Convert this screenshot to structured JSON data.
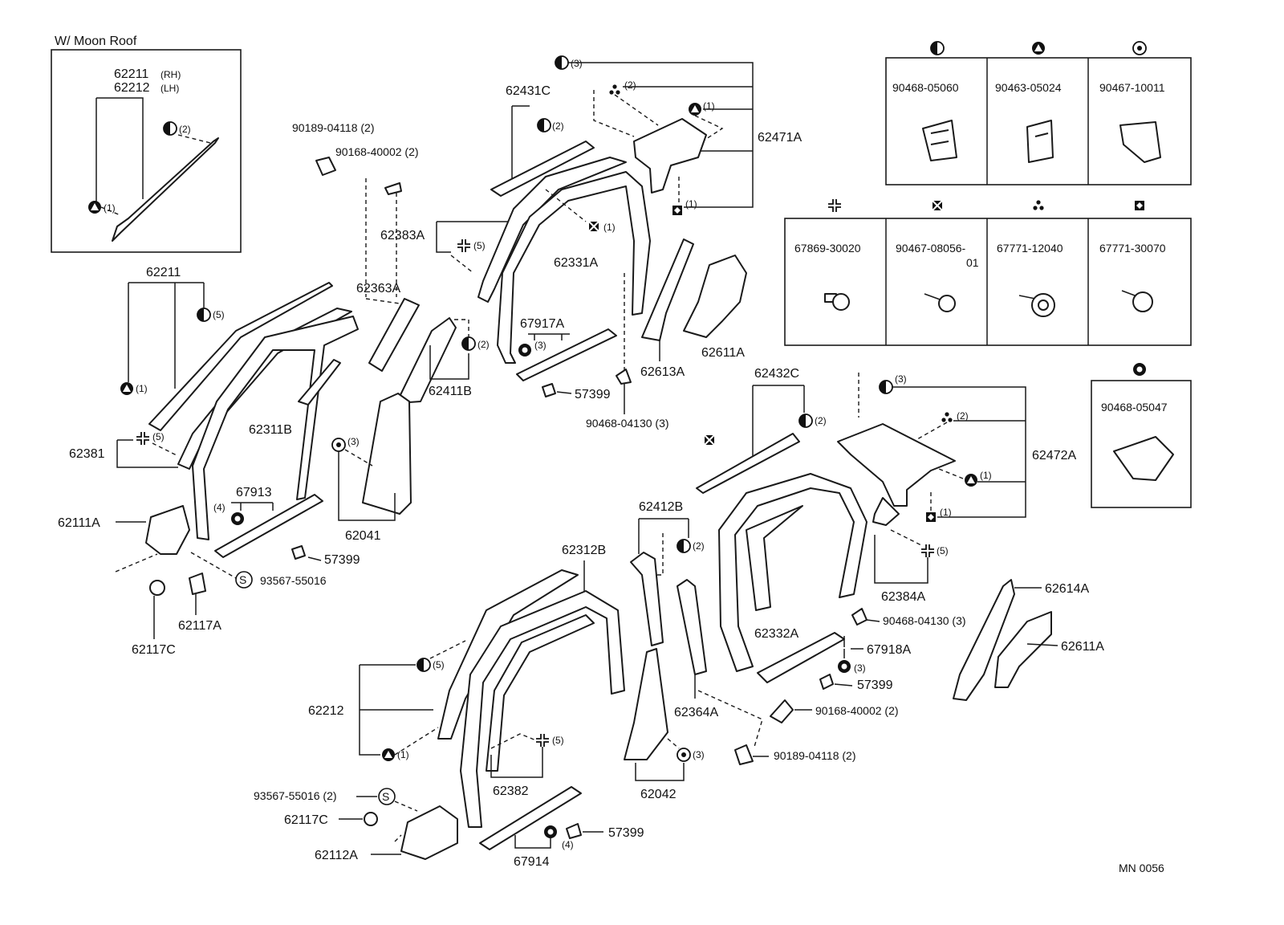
{
  "inset": {
    "title": "W/ Moon Roof",
    "rh": "62211",
    "rh_tag": "(RH)",
    "lh": "62212",
    "lh_tag": "(LH)",
    "q2": "(2)",
    "q1": "(1)"
  },
  "parts": {
    "p90189a": "90189-04118 (2)",
    "p90168a": "90168-40002 (2)",
    "p62431C": "62431C",
    "p62383A": "62383A",
    "p62331A": "62331A",
    "p62471A": "62471A",
    "p62363A": "62363A",
    "p67917A": "67917A",
    "p62613A": "62613A",
    "p62611A_top": "62611A",
    "p62211": "62211",
    "p62311B": "62311B",
    "p62381": "62381",
    "p62411B": "62411B",
    "p57399_a": "57399",
    "p90468_04130_a": "90468-04130 (3)",
    "p67913": "67913",
    "p62041": "62041",
    "p62111A": "62111A",
    "p57399_b": "57399",
    "p93567_a": "93567-55016",
    "p62117A": "62117A",
    "p62117C_a": "62117C",
    "p62432C": "62432C",
    "p62472A": "62472A",
    "p62412B": "62412B",
    "p62312B": "62312B",
    "p62384A": "62384A",
    "p90468_04130_b": "90468-04130 (3)",
    "p62332A": "62332A",
    "p67918A": "67918A",
    "p57399_c": "57399",
    "p62614A": "62614A",
    "p62611A_b": "62611A",
    "p62212": "62212",
    "p62364A": "62364A",
    "p90168b": "90168-40002 (2)",
    "p90189b": "90189-04118 (2)",
    "p62382": "62382",
    "p62042": "62042",
    "p93567_b": "93567-55016 (2)",
    "p62117C_b": "62117C",
    "p62112A": "62112A",
    "p57399_d": "57399",
    "p67914": "67914"
  },
  "qty": {
    "q3a": "(3)",
    "q2a": "(2)",
    "q1a": "(1)",
    "q2b": "(2)",
    "q1b": "(1)",
    "q1c": "(1)",
    "q5a": "(5)",
    "q2c": "(2)",
    "q3b": "(3)",
    "q5b": "(5)",
    "q1d": "(1)",
    "q5c": "(5)",
    "q2d": "(2)",
    "q3c": "(3)",
    "q4a": "(4)",
    "q3d": "(3)",
    "q2e": "(2)",
    "q2f": "(2)",
    "q1e": "(1)",
    "q1f": "(1)",
    "q5d": "(5)",
    "q3e": "(3)",
    "q2g": "(2)",
    "q5e": "(5)",
    "q1g": "(1)",
    "q5f": "(5)",
    "q3f": "(3)",
    "q4b": "(4)",
    "q1h": "(1)",
    "q3g": "(3)"
  },
  "table1": {
    "cols": [
      {
        "icon": "half-circle-icon",
        "part": "90468-05060"
      },
      {
        "icon": "triangle-circle-icon",
        "part": "90463-05024"
      },
      {
        "icon": "hollow-circle-icon",
        "part": "90467-10011"
      }
    ]
  },
  "table2": {
    "cols": [
      {
        "icon": "pinwheel-icon",
        "part": "67869-30020"
      },
      {
        "icon": "cross-square-icon",
        "part": "90467-08056-",
        "part2": "01"
      },
      {
        "icon": "three-dot-icon",
        "part": "67771-12040"
      },
      {
        "icon": "square-diamond-icon",
        "part": "67771-30070"
      }
    ]
  },
  "table3": {
    "icon": "ring-circle-icon",
    "part": "90468-05047"
  },
  "footer_code": "MN  0056"
}
